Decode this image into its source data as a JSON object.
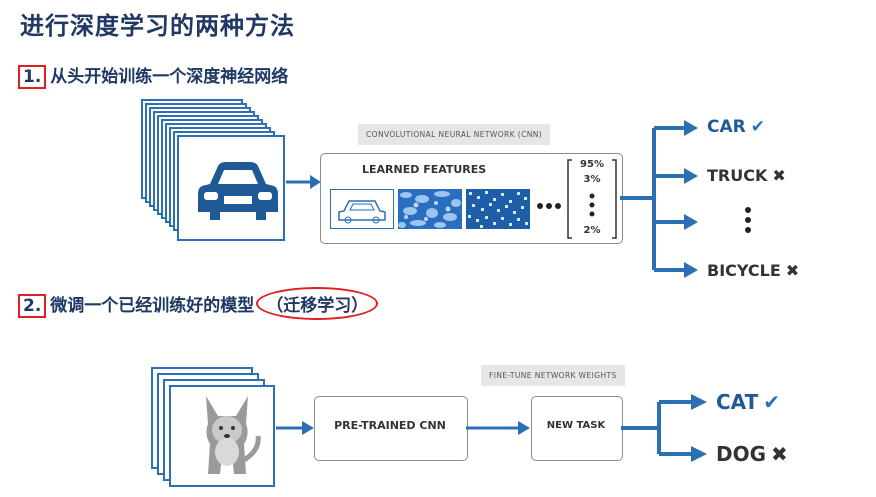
{
  "title": "进行深度学习的两种方法",
  "method1": {
    "number": "1.",
    "text": "从头开始训练一个深度神经网络"
  },
  "method2": {
    "number": "2.",
    "text": "微调一个已经训练好的模型",
    "highlight": "（迁移学习）"
  },
  "diagram1": {
    "tag": "CONVOLUTIONAL NEURAL NETWORK (CNN)",
    "features_label": "LEARNED FEATURES",
    "probs": [
      "95%",
      "3%",
      "2%"
    ],
    "outputs": [
      {
        "label": "CAR",
        "mark": "✔",
        "correct": true
      },
      {
        "label": "TRUCK",
        "mark": "✖",
        "correct": false
      },
      {
        "label": "BICYCLE",
        "mark": "✖",
        "correct": false
      }
    ],
    "image_icon": "car-icon"
  },
  "diagram2": {
    "tag": "FINE-TUNE NETWORK WEIGHTS",
    "pretrained_label": "PRE-TRAINED CNN",
    "newtask_label": "NEW TASK",
    "outputs": [
      {
        "label": "CAT",
        "mark": "✔",
        "correct": true
      },
      {
        "label": "DOG",
        "mark": "✖",
        "correct": false
      }
    ],
    "image_icon": "dog-icon"
  },
  "colors": {
    "title": "#1f3864",
    "accent": "#2b6fb5",
    "highlight": "#e02020"
  }
}
